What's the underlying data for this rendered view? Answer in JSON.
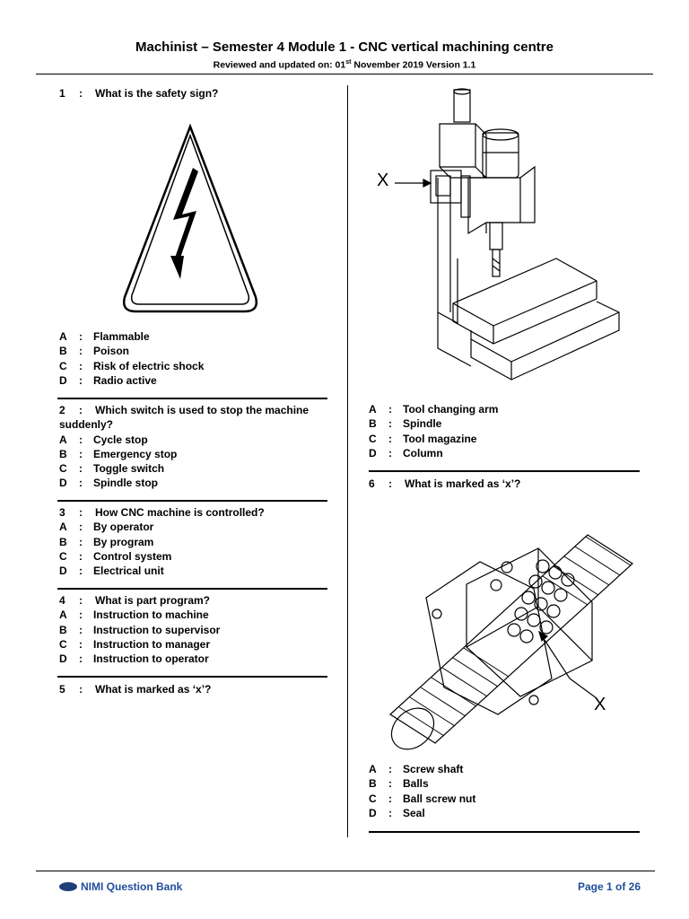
{
  "header": {
    "title": "Machinist – Semester 4 Module 1 - CNC vertical machining centre",
    "subtitle_prefix": "Reviewed and updated on: 01",
    "subtitle_sup": "st",
    "subtitle_suffix": " November 2019 Version 1.1"
  },
  "questions": [
    {
      "num": "1",
      "text": "What is the safety sign?",
      "options": [
        {
          "letter": "A",
          "text": "Flammable"
        },
        {
          "letter": "B",
          "text": "Poison"
        },
        {
          "letter": "C",
          "text": "Risk of electric shock"
        },
        {
          "letter": "D",
          "text": "Radio active"
        }
      ]
    },
    {
      "num": "2",
      "text": "Which switch is used to stop the machine suddenly?",
      "options": [
        {
          "letter": "A",
          "text": "Cycle stop"
        },
        {
          "letter": "B",
          "text": "Emergency stop"
        },
        {
          "letter": "C",
          "text": "Toggle switch"
        },
        {
          "letter": "D",
          "text": "Spindle stop"
        }
      ]
    },
    {
      "num": "3",
      "text": "How CNC machine is controlled?",
      "options": [
        {
          "letter": "A",
          "text": "By operator"
        },
        {
          "letter": "B",
          "text": "By program"
        },
        {
          "letter": "C",
          "text": "Control system"
        },
        {
          "letter": "D",
          "text": "Electrical unit"
        }
      ]
    },
    {
      "num": "4",
      "text": "What is part program?",
      "options": [
        {
          "letter": "A",
          "text": "Instruction to machine"
        },
        {
          "letter": "B",
          "text": "Instruction to supervisor"
        },
        {
          "letter": "C",
          "text": "Instruction to manager"
        },
        {
          "letter": "D",
          "text": "Instruction to operator"
        }
      ]
    },
    {
      "num": "5",
      "text": "What is marked as ‘x’?",
      "options": [
        {
          "letter": "A",
          "text": "Tool changing arm"
        },
        {
          "letter": "B",
          "text": "Spindle"
        },
        {
          "letter": "C",
          "text": "Tool magazine"
        },
        {
          "letter": "D",
          "text": "Column"
        }
      ]
    },
    {
      "num": "6",
      "text": "What is marked as ‘x’?",
      "options": [
        {
          "letter": "A",
          "text": "Screw shaft"
        },
        {
          "letter": "B",
          "text": "Balls"
        },
        {
          "letter": "C",
          "text": "Ball screw nut"
        },
        {
          "letter": "D",
          "text": "Seal"
        }
      ]
    }
  ],
  "figures": {
    "machine_marker": "X",
    "ballscrew_marker": "X"
  },
  "footer": {
    "left": "NIMI Question Bank",
    "right": "Page 1 of 26"
  },
  "colon": ":"
}
